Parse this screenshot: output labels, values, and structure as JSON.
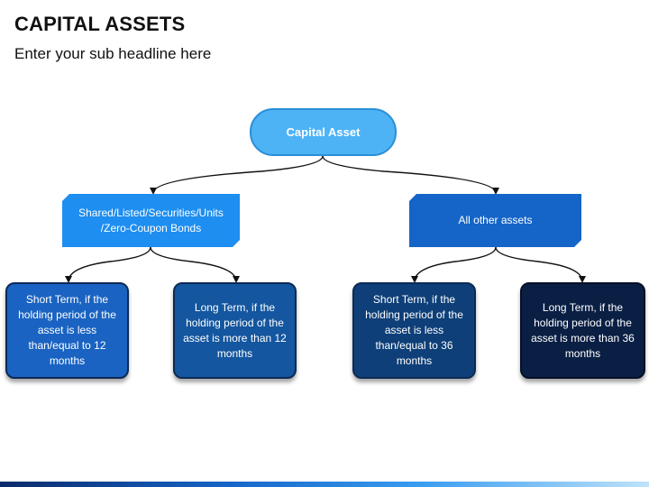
{
  "header": {
    "title": "CAPITAL ASSETS",
    "subtitle": "Enter your sub headline here"
  },
  "diagram": {
    "root": "Capital Asset",
    "left_branch": "Shared/Listed/Securities/Units /Zero-Coupon Bonds",
    "right_branch": "All other assets",
    "leaves": [
      "Short Term, if the holding period of the asset is less than/equal to 12 months",
      "Long Term, if the holding period of the asset is more than 12 months",
      "Short Term, if the holding period of the asset is less than/equal to 36 months",
      "Long Term, if the holding period of the asset is more than 36 months"
    ]
  },
  "colors": {
    "root_fill": "#4db3f5",
    "left_branch_fill": "#1e8ef0",
    "right_branch_fill": "#1565c8",
    "leaf_fills": [
      "#1a63c2",
      "#14569f",
      "#0e3f78",
      "#0a1f44"
    ],
    "connector": "#111111"
  }
}
